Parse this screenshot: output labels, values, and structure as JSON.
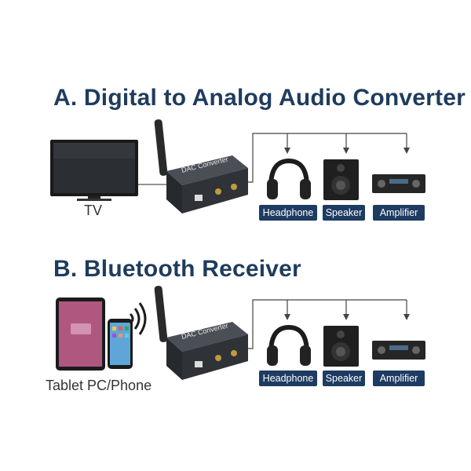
{
  "section_a": {
    "title": "A. Digital to Analog Audio Converter",
    "source_label": "TV",
    "device_label": "DAC Converter",
    "outputs": [
      "Headphone",
      "Speaker",
      "Amplifier"
    ]
  },
  "section_b": {
    "title": "B. Bluetooth Receiver",
    "source_label": "Tablet PC/Phone",
    "device_label": "DAC Converter",
    "outputs": [
      "Headphone",
      "Speaker",
      "Amplifier"
    ]
  },
  "colors": {
    "title": "#1f3c5d",
    "badge": "#1e3b62",
    "tablet_screen": "#b0577f",
    "device_body": "#3a3f46"
  }
}
